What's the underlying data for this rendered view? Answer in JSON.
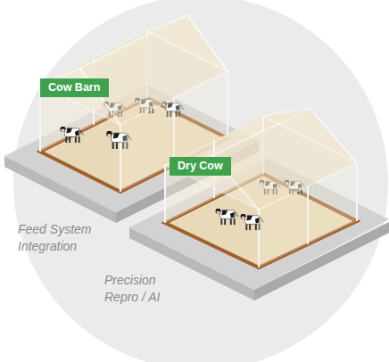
{
  "diagram": {
    "nodes": [
      {
        "text": [
          "Cow Barn"
        ]
      },
      {
        "text": [
          "Dry Cow"
        ]
      }
    ],
    "labels": [
      "Feed System Integration",
      "Precision Repro / AI"
    ]
  }
}
